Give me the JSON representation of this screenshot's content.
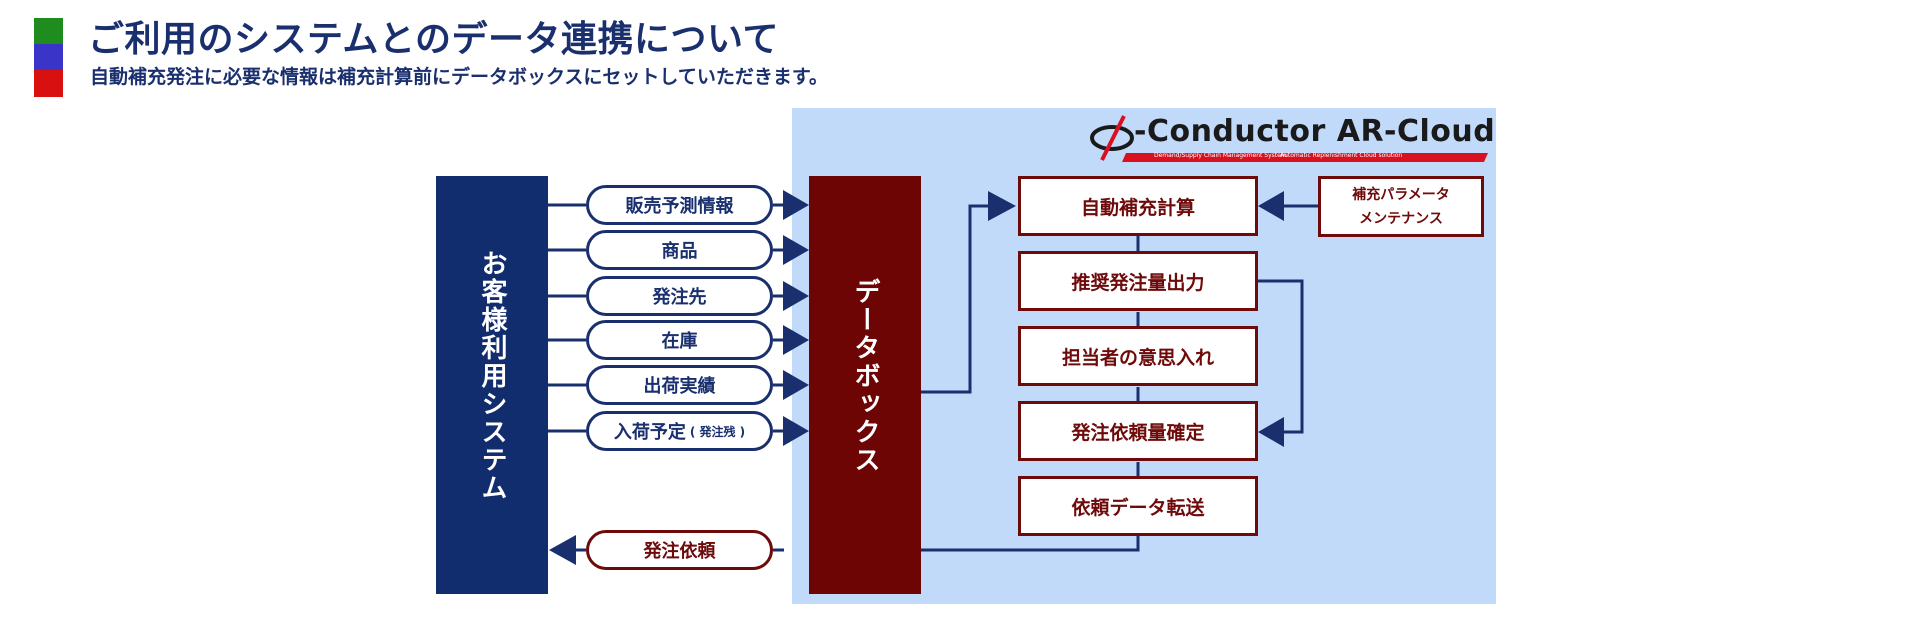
{
  "header": {
    "title": "ご利用のシステムとのデータ連携について",
    "subtitle": "自動補充発注に必要な情報は補充計算前にデータボックスにセットしていただきます。",
    "accent_colors": [
      "#1e8c1e",
      "#3a35c8",
      "#d81010"
    ]
  },
  "customer_system": {
    "label": "お客様利用システム",
    "color": "#122d6e"
  },
  "data_box": {
    "label": "データボックス",
    "color": "#6e0505"
  },
  "inputs": [
    {
      "label": "販売予測情報"
    },
    {
      "label": "商品"
    },
    {
      "label": "発注先"
    },
    {
      "label": "在庫"
    },
    {
      "label": "出荷実績"
    },
    {
      "label": "入荷予定",
      "note": "( 発注残 )"
    }
  ],
  "output": {
    "label": "発注依頼"
  },
  "cloud": {
    "background": "#c2dafa",
    "logo": {
      "name": "-Conductor AR-Cloud",
      "tagline_left": "Demand/Supply Chain Management System",
      "tagline_right": "Automatic Replenishment Cloud solution"
    },
    "process_steps": [
      {
        "label": "自動補充計算"
      },
      {
        "label": "推奨発注量出力"
      },
      {
        "label": "担当者の意思入れ"
      },
      {
        "label": "発注依頼量確定"
      },
      {
        "label": "依頼データ転送"
      }
    ],
    "parameter_box": {
      "line1": "補充パラメータ",
      "line2": "メンテナンス"
    }
  },
  "colors": {
    "navy": "#1a2f6e",
    "maroon": "#6e0a0a"
  }
}
